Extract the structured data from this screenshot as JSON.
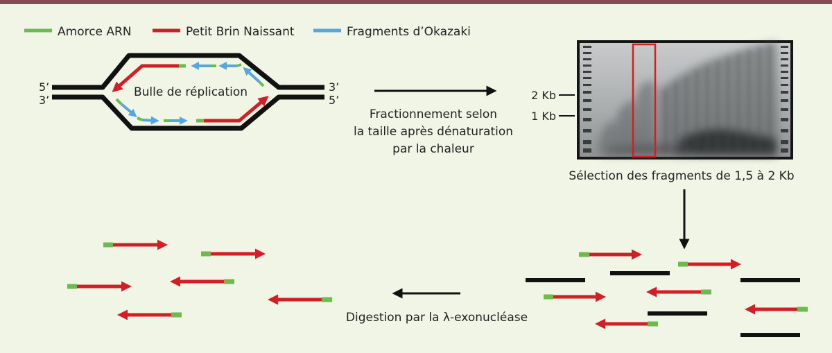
{
  "colors": {
    "rna_primer": "#6cbb4e",
    "nascent_strand": "#d21f26",
    "okazaki": "#58a7dc",
    "dna": "#111111",
    "background": "#f1f5e6",
    "top_bar": "#8a4a55"
  },
  "legend": {
    "rna_primer": "Amorce ARN",
    "nascent_strand": "Petit Brin Naissant",
    "okazaki": "Fragments d’Okazaki"
  },
  "bubble": {
    "title": "Bulle de réplication",
    "left_top": "5’",
    "left_bottom": "3’",
    "right_top": "3’",
    "right_bottom": "5’"
  },
  "step1": {
    "line1": "Fractionnement selon",
    "line2": "la taille après dénaturation",
    "line3": "par la chaleur"
  },
  "gel": {
    "marker_2kb": "2 Kb",
    "marker_1kb": "1 Kb",
    "caption": "Sélection des fragments de 1,5 à 2 Kb"
  },
  "step2": {
    "label": "Digestion par la λ-exonucléase"
  }
}
